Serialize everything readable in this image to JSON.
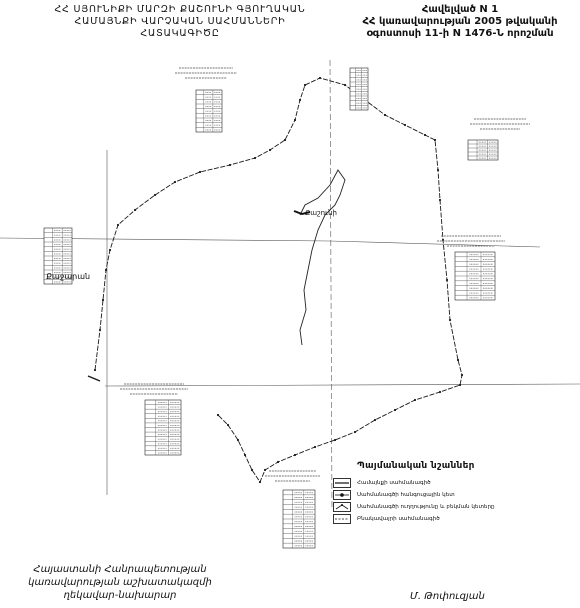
{
  "header": {
    "title_lines": [
      "ՀՀ ՍՅՈՒՆԻՔԻ ՄԱՐԶԻ ՔԱՇՈՒՆԻ ԳՅՈՒՂԱԿԱՆ",
      "ՀԱՄԱՅՆՔԻ ՎԱՐՉԱԿԱՆ ՍԱՀՄԱՆՆԵՐԻ",
      "ՀԱՏԱԿԱԳԻԾԸ"
    ]
  },
  "annex": {
    "lines": [
      "Հավելված N 1",
      "ՀՀ կառավարության 2005 թվականի",
      "օգոստոսի 11-ի N 1476-Ն որոշման"
    ]
  },
  "map": {
    "labels": {
      "settlement": "Քաշունի",
      "neighbor": "Քաջարան"
    }
  },
  "legend": {
    "title": "Պայմանական նշաններ",
    "items": [
      {
        "symbol": "boundary-line-icon",
        "label": "Համայնքի սահմանագիծ"
      },
      {
        "symbol": "boundary-node-icon",
        "label": "Սահմանագծի հանգուցային կետ"
      },
      {
        "symbol": "boundary-direction-icon",
        "label": "Սահմանագծի ուղղությունը և բեկման կետերը"
      },
      {
        "symbol": "settlement-boundary-icon",
        "label": "Բնակավայրի սահմանագիծ"
      }
    ]
  },
  "signature": {
    "position_lines": [
      "Հայաստանի Հանրապետության",
      "կառավարության աշխատակազմի",
      "ղեկավար-նախարար"
    ],
    "name": "Մ. Թոփուզյան"
  }
}
